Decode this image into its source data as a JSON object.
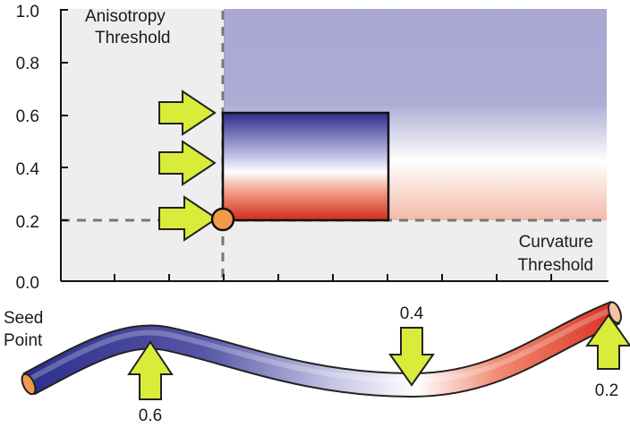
{
  "plot": {
    "y_ticks": [
      "1.0",
      "0.8",
      "0.6",
      "0.4",
      "0.2",
      "0.0"
    ],
    "anisotropy_label": [
      "Anisotropy",
      "Threshold"
    ],
    "curvature_label": [
      "Curvature",
      "Threshold"
    ]
  },
  "tube": {
    "seed_label": [
      "Seed",
      "Point"
    ],
    "arrow_labels": {
      "left": "0.6",
      "middle": "0.4",
      "right": "0.2"
    }
  },
  "colors": {
    "accent_arrow": "#d9ec3a",
    "high_blue": "#2e2f8f",
    "low_red": "#d8311f",
    "seed_orange": "#f39a4a",
    "panel_bg": "#eeeeee",
    "region_lavender": "#a9a7d3"
  }
}
